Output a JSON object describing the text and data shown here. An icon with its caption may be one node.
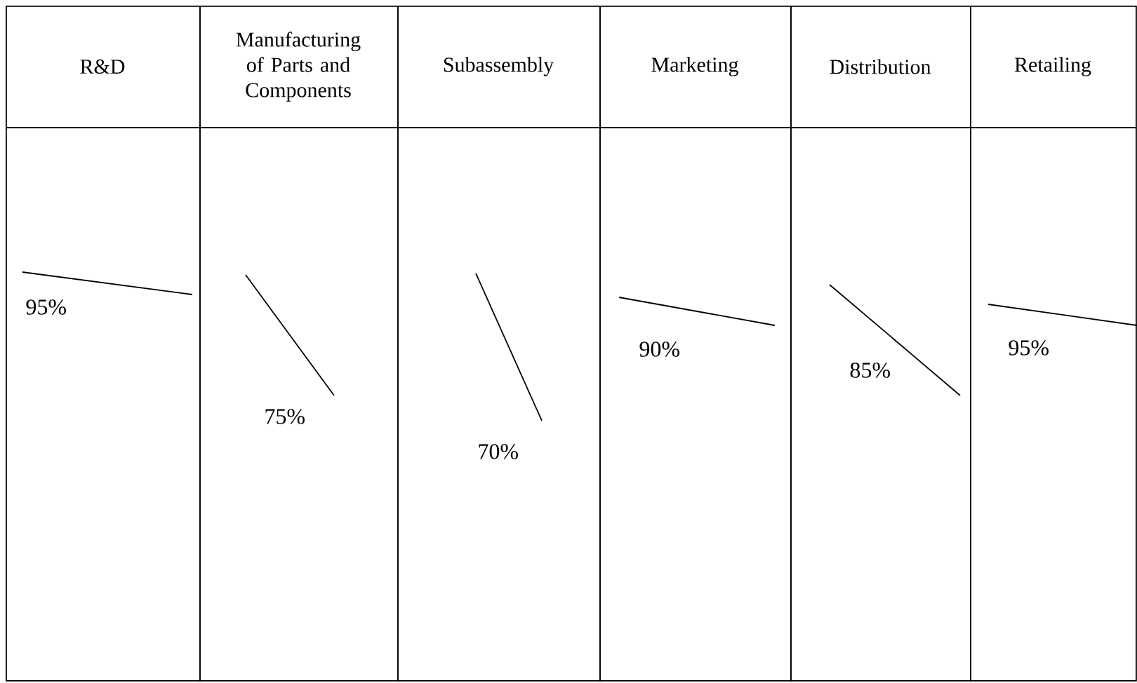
{
  "diagram": {
    "nodes": [
      {
        "text": [
          "R&D",
          "95%"
        ]
      },
      {
        "text": [
          "Manufacturing of Parts and Components",
          "75%"
        ]
      },
      {
        "text": [
          "Subassembly",
          "70%"
        ]
      },
      {
        "text": [
          "Marketing",
          "90%"
        ]
      },
      {
        "text": [
          "Distribution",
          "85%"
        ]
      },
      {
        "text": [
          "Retailing",
          "95%"
        ]
      }
    ]
  }
}
